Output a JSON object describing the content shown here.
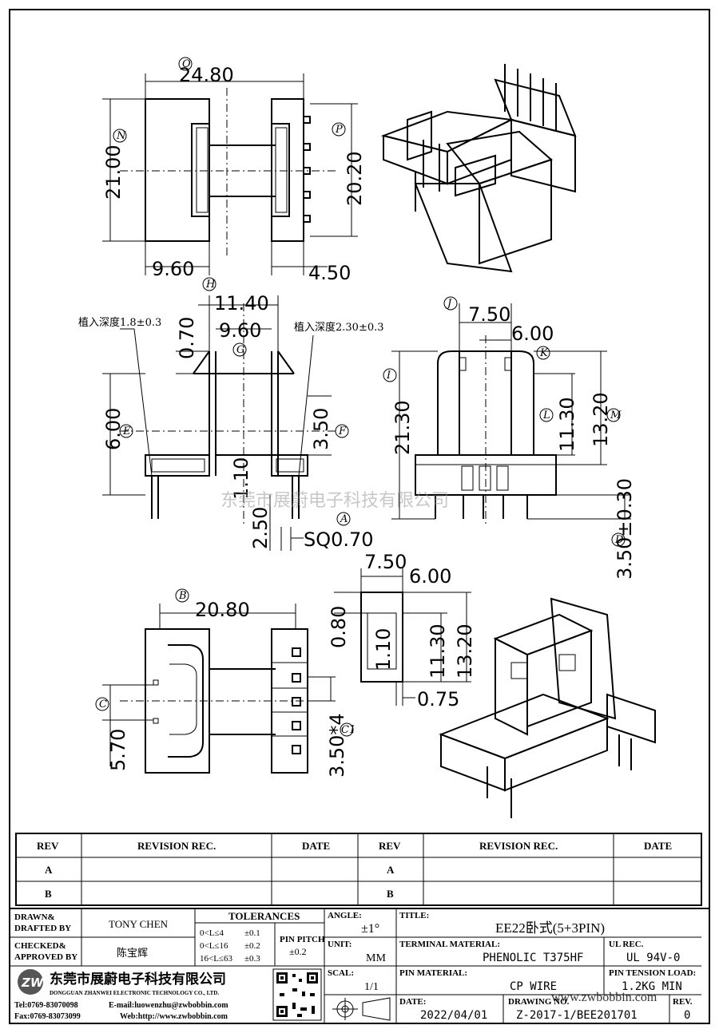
{
  "drawing": {
    "dims": {
      "d_24_80": "24.80",
      "d_21_00": "21.00",
      "d_20_20": "20.20",
      "d_9_60a": "9.60",
      "d_4_50": "4.50",
      "d_11_40": "11.40",
      "d_0_70": "0.70",
      "d_9_60b": "9.60",
      "d_6_00a": "6.00",
      "d_3_50a": "3.50",
      "d_1_10a": "1.10",
      "d_2_50": "2.50",
      "d_sq": "SQ0.70",
      "d_7_50a": "7.50",
      "d_6_00b": "6.00",
      "d_21_30": "21.30",
      "d_11_30a": "11.30",
      "d_13_20a": "13.20",
      "d_3_50_tol": "3.50±0.30",
      "d_20_80": "20.80",
      "d_5_70": "5.70",
      "d_3_50x4": "3.50*4",
      "d_7_50b": "7.50",
      "d_6_00c": "6.00",
      "d_0_80": "0.80",
      "d_1_10b": "1.10",
      "d_11_30b": "11.30",
      "d_13_20b": "13.20",
      "d_0_75": "0.75"
    },
    "bubbles": {
      "O": "O",
      "N": "N",
      "P": "P",
      "H": "H",
      "G": "G",
      "E": "E",
      "F": "F",
      "A": "A",
      "J": "J",
      "K": "K",
      "I": "I",
      "L": "L",
      "M": "M",
      "D": "D",
      "B": "B",
      "C": "C",
      "C1": "C1"
    },
    "notes": {
      "left_depth": "植入深度1.8±0.3",
      "right_depth": "植入深度2.30±0.3"
    },
    "watermark": "东莞市展蔚电子科技有限公司"
  },
  "revision_table": {
    "headers": [
      "REV",
      "REVISION REC.",
      "DATE",
      "REV",
      "REVISION REC.",
      "DATE"
    ],
    "rows": [
      {
        "rev_left": "A",
        "rev_right": "A"
      },
      {
        "rev_left": "B",
        "rev_right": "B"
      }
    ]
  },
  "title_block": {
    "drawn_label": "DRAWN&\nDRAFTED BY",
    "drawn_line1": "DRAWN&",
    "drawn_line2": "DRAFTED BY",
    "drawn_value": "TONY CHEN",
    "checked_line1": "CHECKED&",
    "checked_line2": "APPROVED BY",
    "checked_value": "陈宝辉",
    "tolerances_label": "TOLERANCES",
    "tol_rows": [
      {
        "range": "0<L≤4",
        "value": "±0.1"
      },
      {
        "range": "0<L≤16",
        "value": "±0.2"
      },
      {
        "range": "16<L≤63",
        "value": "±0.3"
      }
    ],
    "pin_pitch_line1": "PIN PITCH",
    "pin_pitch_value": "±0.2",
    "angle_label": "ANGLE:",
    "angle_value": "±1°",
    "unit_label": "UNIT:",
    "unit_value": "MM",
    "scale_label": "SCAL:",
    "scale_value": "1/1",
    "title_label": "TITLE:",
    "title_value": "EE22卧式(5+3PIN)",
    "terminal_label": "TERMINAL MATERIAL:",
    "terminal_value": "PHENOLIC T375HF",
    "ul_label": "UL REC.",
    "ul_value": "UL 94V-0",
    "pin_material_label": "PIN MATERIAL:",
    "pin_material_value": "CP WIRE",
    "pin_tension_label": "PIN TENSION LOAD:",
    "pin_tension_value": "1.2KG MIN",
    "date_label": "DATE:",
    "date_value": "2022/04/01",
    "drawing_no_label": "DRAWING NO.",
    "drawing_no_value": "Z-2017-1/BEE201701",
    "rev_label": "REV.",
    "rev_value": "0",
    "company_cn": "东莞市展蔚电子科技有限公司",
    "company_en": "DONGGUAN ZHANWEI ELECTRONIC TECHNOLOGY CO., LTD.",
    "tel": "Tel:0769-83070098",
    "email": "E-mail:luowenzhu@zwbobbin.com",
    "fax": "Fax:0769-83073099",
    "web": "Web:http://www.zwbobbin.com",
    "corner_watermark": "www.zwbobbin.com"
  }
}
